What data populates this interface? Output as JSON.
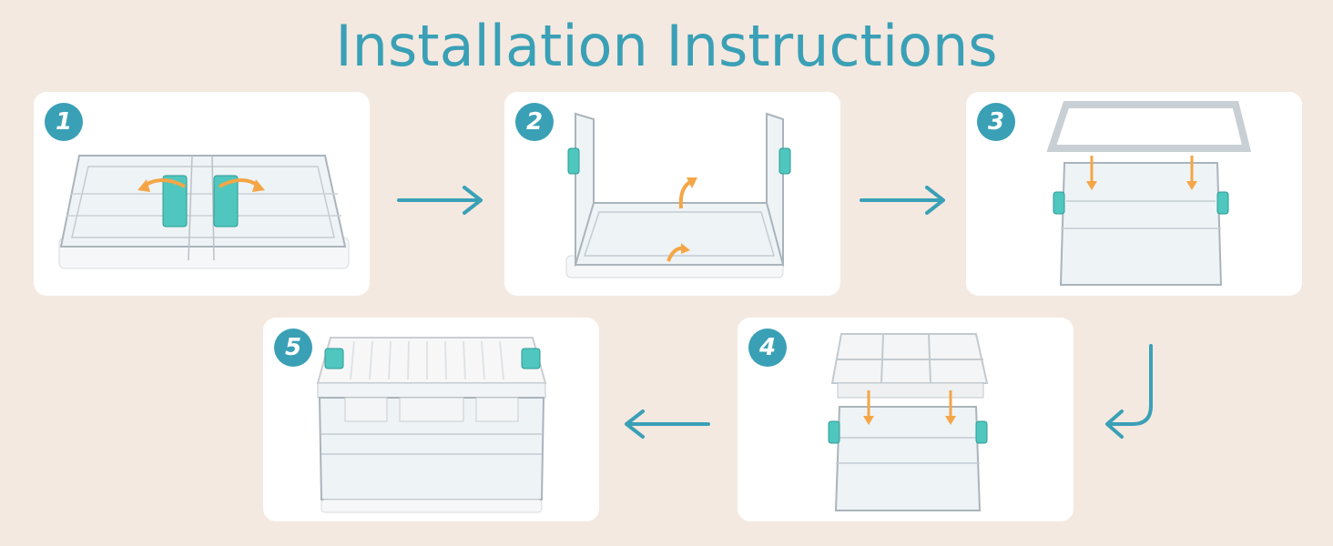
{
  "title": "Installation Instructions",
  "accent_color": "#3aa0b6",
  "highlight_color": "#f4a646",
  "steps": [
    {
      "number": "1"
    },
    {
      "number": "2"
    },
    {
      "number": "3"
    },
    {
      "number": "4"
    },
    {
      "number": "5"
    }
  ]
}
